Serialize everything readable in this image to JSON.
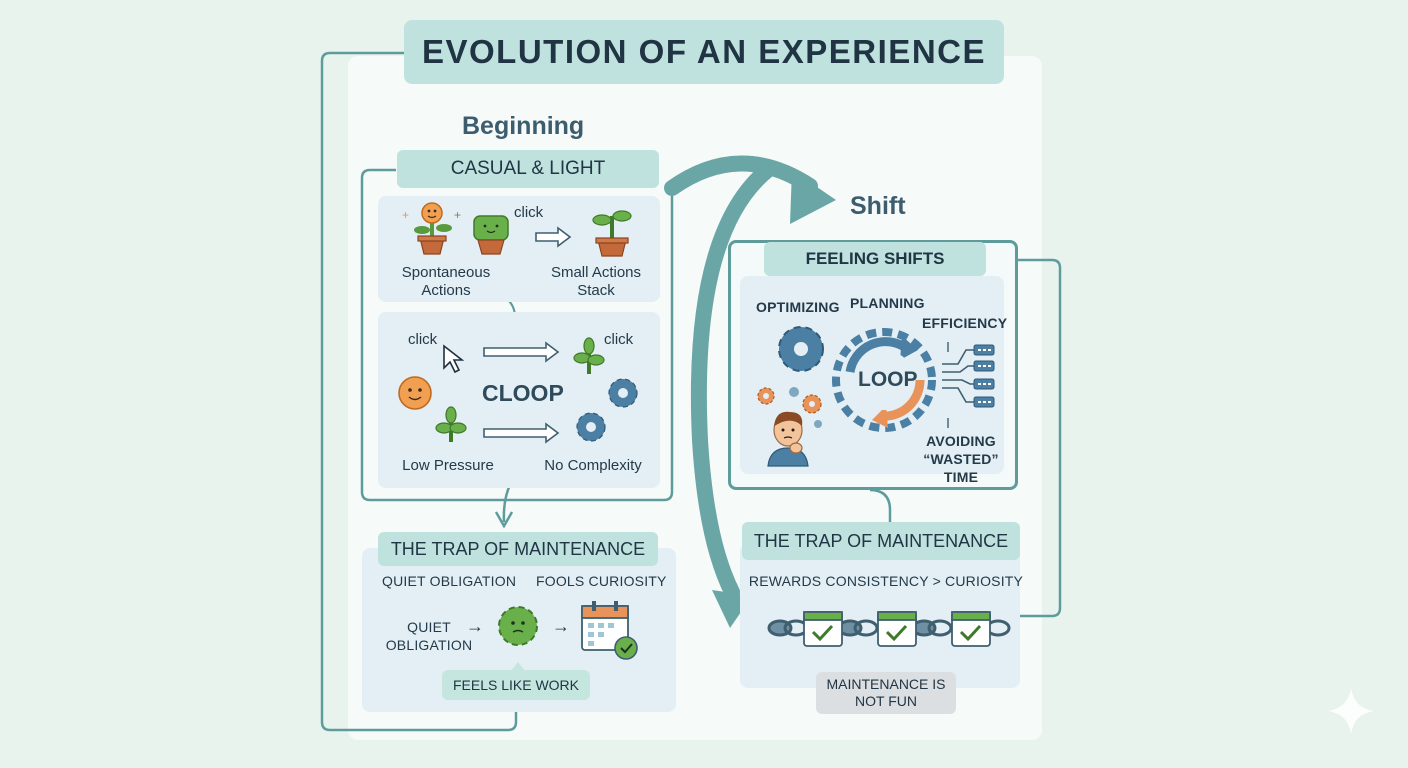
{
  "title": "EVOLUTION OF AN EXPERIENCE",
  "beginning": {
    "heading": "Beginning",
    "tag": "CASUAL & LIGHT",
    "click1": "click",
    "spontaneous": "Spontaneous Actions",
    "small_actions": "Small Actions Stack",
    "click2": "click",
    "click3": "click",
    "cloop": "CLOOP",
    "low_pressure": "Low Pressure",
    "no_complexity": "No Complexity"
  },
  "trap_left": {
    "tag": "THE TRAP OF MAINTENANCE",
    "quiet_obligation": "QUIET OBLIGATION",
    "fools_curiosity": "FOOLS CURIOSITY",
    "quiet_obligation_2": "QUIET OBLIGATION",
    "feels_like_work": "FEELS LIKE WORK"
  },
  "shift": {
    "heading": "Shift",
    "tag": "FEELING SHIFTS",
    "optimizing": "OPTIMIZING",
    "planning": "PLANNING",
    "efficiency": "EFFICIENCY",
    "loop": "LOOP",
    "avoiding": "AVOIDING “WASTED” TIME"
  },
  "trap_right": {
    "tag": "THE TRAP OF MAINTENANCE",
    "rewards": "REWARDS CONSISTENCY > CURIOSITY",
    "not_fun": "MAINTENANCE IS NOT FUN"
  },
  "colors": {
    "teal": "#5e9c9c",
    "tag_bg": "#bfe2de",
    "panel_bg": "#e3eff4",
    "orange": "#e8935a",
    "gear_blue": "#4b7fa3",
    "plant_green": "#5a9a3e"
  },
  "icons": [
    "sun-face-icon",
    "plant-pot-icon",
    "cursor-icon",
    "gear-icon",
    "calendar-check-icon",
    "chain-icon",
    "sparkle-icon",
    "thinking-person-icon"
  ]
}
